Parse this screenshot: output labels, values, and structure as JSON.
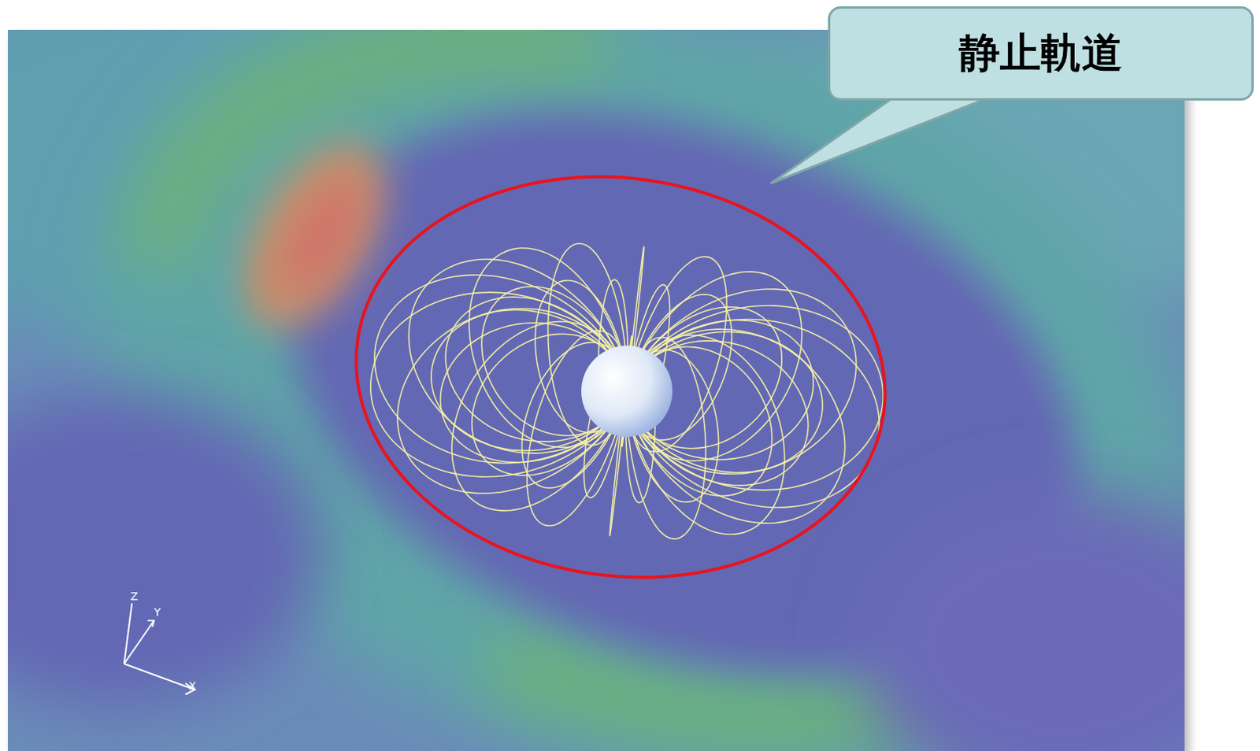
{
  "diagram": {
    "nodes": [
      {
        "text": [
          "静止軌道"
        ]
      }
    ],
    "labels": [
      "Z",
      "Y",
      "X"
    ]
  }
}
